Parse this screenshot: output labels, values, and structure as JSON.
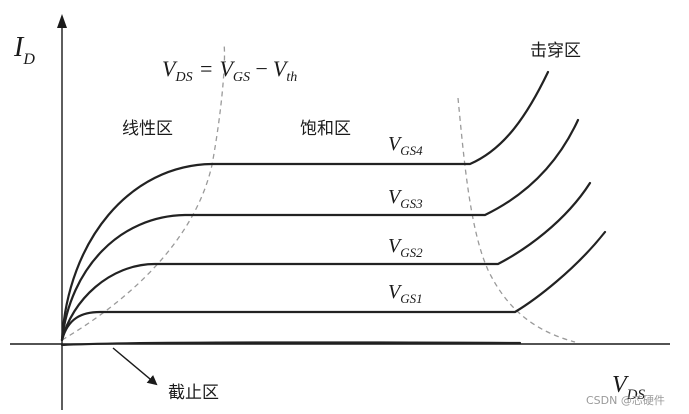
{
  "axes": {
    "y_label": {
      "main": "I",
      "sub": "D"
    },
    "x_label": {
      "main": "V",
      "sub": "DS"
    }
  },
  "equation": {
    "lhs_main": "V",
    "lhs_sub": "DS",
    "eq": "=",
    "rhs1_main": "V",
    "rhs1_sub": "GS",
    "minus": "−",
    "rhs2_main": "V",
    "rhs2_sub": "th"
  },
  "regions": {
    "linear": "线性区",
    "saturation": "饱和区",
    "breakdown": "击穿区",
    "cutoff": "截止区"
  },
  "curves": [
    {
      "main": "V",
      "sub": "GS4"
    },
    {
      "main": "V",
      "sub": "GS3"
    },
    {
      "main": "V",
      "sub": "GS2"
    },
    {
      "main": "V",
      "sub": "GS1"
    }
  ],
  "watermark": "CSDN @芯硬件",
  "colors": {
    "ink": "#1a1a1a",
    "dashed": "#9a9a9a",
    "watermark": "#9a9a9a"
  }
}
